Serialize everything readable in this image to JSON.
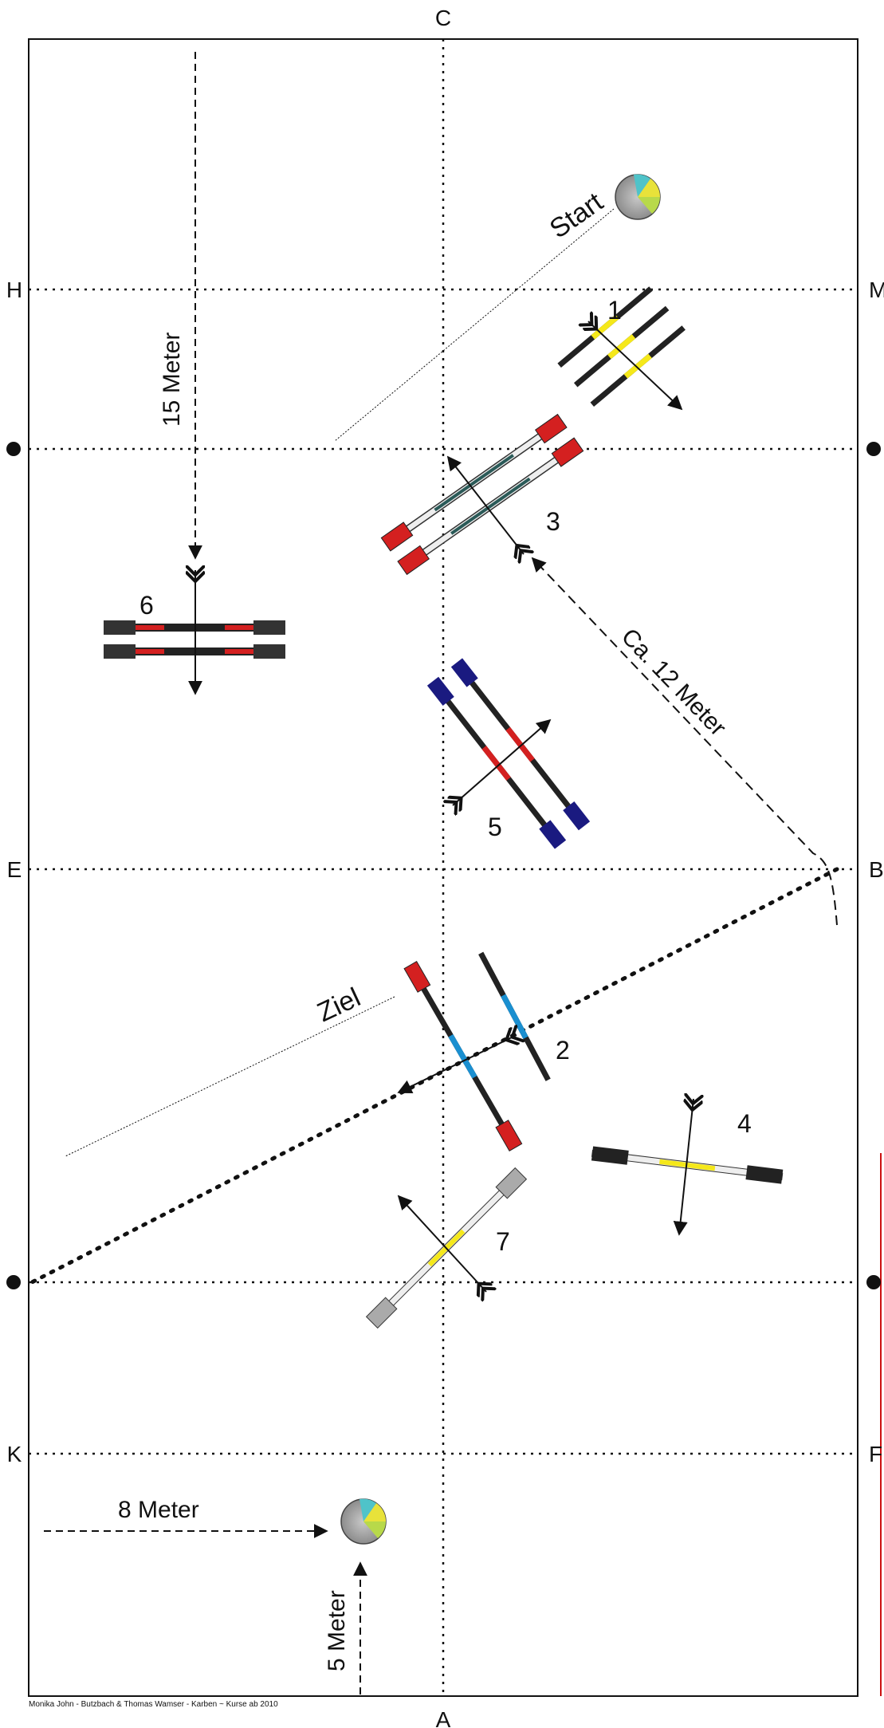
{
  "letters": {
    "C": "C",
    "A": "A",
    "H": "H",
    "M": "M",
    "E": "E",
    "B": "B",
    "K": "K",
    "F": "F"
  },
  "labels": {
    "start": "Start",
    "ziel": "Ziel",
    "dist_15": "15 Meter",
    "dist_12": "Ca. 12 Meter",
    "dist_8": "8 Meter",
    "dist_5": "5 Meter"
  },
  "obstacles": {
    "o1": "1",
    "o2": "2",
    "o3": "3",
    "o4": "4",
    "o5": "5",
    "o6": "6",
    "o7": "7"
  },
  "footer": "Monika John - Butzbach & Thomas Wamser - Karben ~ Kurse ab 2010",
  "colors": {
    "red": "#d42020",
    "yellow": "#f5e81a",
    "blue": "#1a8fd0",
    "navy": "#1a1a80",
    "teal": "#2a5a58",
    "grey": "#aaaaaa",
    "black": "#222222",
    "red_line": "#cc1111"
  }
}
